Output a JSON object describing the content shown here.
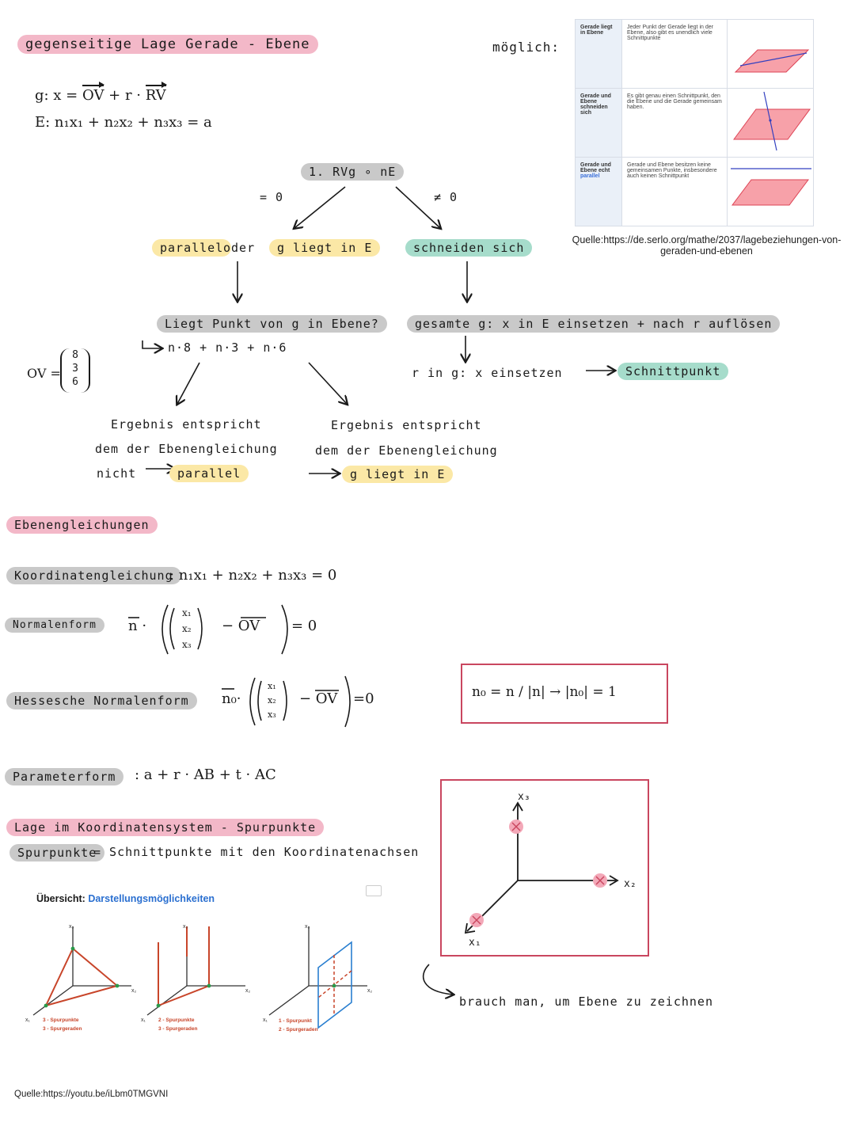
{
  "title": "gegenseitige Lage Gerade - Ebene",
  "line_eq": {
    "prefix": "g: x = ",
    "ov": "OV",
    "plus_r": " + r · ",
    "rv": "RV"
  },
  "plane_eq": "E: n₁x₁ + n₂x₂ + n₃x₃ = a",
  "moglich": "möglich:",
  "table": {
    "rows": [
      {
        "label": "Gerade liegt in Ebene",
        "text": "Jeder Punkt der Gerade liegt in der Ebene, also gibt es unendlich viele Schnittpunkte",
        "accent": ""
      },
      {
        "label": "Gerade und Ebene schneiden sich",
        "text": "Es gibt genau einen Schnittpunkt, den die Ebene und die Gerade gemeinsam haben.",
        "accent": ""
      },
      {
        "label": "Gerade und Ebene echt",
        "text": "Gerade und Ebene besitzen keine gemeinsamen Punkte, insbesondere auch keinen Schnittpunkt",
        "accent": "parallel"
      }
    ],
    "source": "Quelle:https://de.serlo.org/mathe/2037/lagebeziehungen-von-geraden-und-ebenen"
  },
  "flow": {
    "step": "1.  RVg ∘ nE",
    "eq0": "= 0",
    "neq0": "≠ 0",
    "parallel": "parallel",
    "oder": "oder",
    "liegt": "g liegt in E",
    "schneiden": "schneiden sich",
    "question": "Liegt Punkt von g in Ebene?",
    "insert": "gesamte g: x in E einsetzen + nach r auflösen",
    "calc": "n·8 + n·3 + n·6",
    "ov_label": "OV =",
    "ov_values": [
      "8",
      "3",
      "6"
    ],
    "r_insert": "r in g: x einsetzen",
    "schnittpunkt": "Schnittpunkt",
    "left_result": [
      "Ergebnis entspricht",
      "dem der Ebenengleichung",
      "nicht"
    ],
    "left_parallel": "parallel",
    "right_result": [
      "Ergebnis entspricht",
      "dem der Ebenengleichung"
    ],
    "right_liegt": "g liegt in E"
  },
  "ebenen": {
    "title": "Ebenengleichungen",
    "koord_label": "Koordinatengleichung",
    "koord_eq": ": n₁x₁ + n₂x₂ + n₃x₃ = 0",
    "normal_label": "Normalenform",
    "hesse_label": "Hessesche Normalenform",
    "param_label": "Parameterform",
    "param_eq": ":  a + r · AB + t · AC",
    "no_box": "n₀ = n / |n| → |n₀| = 1"
  },
  "spur": {
    "title": "Lage im Koordinatensystem - Spurpunkte",
    "def_label": "Spurpunkte",
    "def_text": "= Schnittpunkte mit den Koordinatenachsen",
    "overview_prefix": "Übersicht:",
    "overview_link": "Darstellungsmöglichkeiten",
    "diagrams": [
      {
        "l1": "3 - Spurpunkte",
        "l2": "3 - Spurgeraden"
      },
      {
        "l1": "2 - Spurpunkte",
        "l2": "3 - Spurgeraden"
      },
      {
        "l1": "1 - Spurpunkt",
        "l2": "2 - Spurgeraden"
      }
    ],
    "axes": {
      "x1": "x₁",
      "x2": "x₂",
      "x3": "x₃"
    },
    "note": "brauch man, um Ebene zu zeichnen",
    "source": "Quelle:https://youtu.be/iLbm0TMGVNI"
  },
  "colors": {
    "pink": "#f3b8c8",
    "yellow": "#fbe8a6",
    "mint": "#a6dccb",
    "gray": "#c9c9c9",
    "frame": "#c9465f"
  }
}
